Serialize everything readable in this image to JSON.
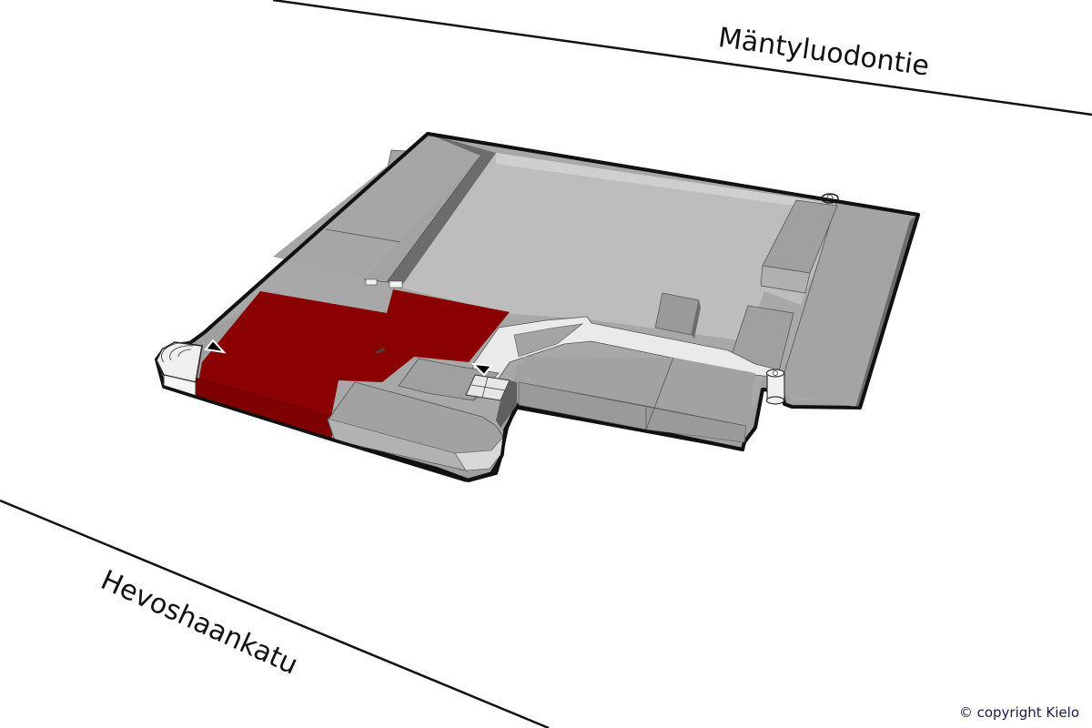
{
  "map": {
    "type": "isometric-floor-plan",
    "streets": [
      {
        "name": "Mäntyluodontie",
        "position": "top"
      },
      {
        "name": "Hevoshaankatu",
        "position": "bottom-left"
      }
    ],
    "highlighted_area": {
      "label": "selected-unit",
      "color": "#8b0000"
    },
    "entrances": [
      {
        "id": "entrance-west",
        "icon": "triangle-marker"
      },
      {
        "id": "entrance-center",
        "icon": "triangle-marker"
      }
    ],
    "colors": {
      "highlight": "#8b0000",
      "highlight_side": "#7a0000",
      "roof_top": "#a6a6a6",
      "roof_light": "#b9b9b9",
      "wall_dark": "#6e6e6e",
      "corridor": "#ededed",
      "outline": "#111111"
    }
  },
  "footer": {
    "copyright": "© copyright Kielo"
  }
}
